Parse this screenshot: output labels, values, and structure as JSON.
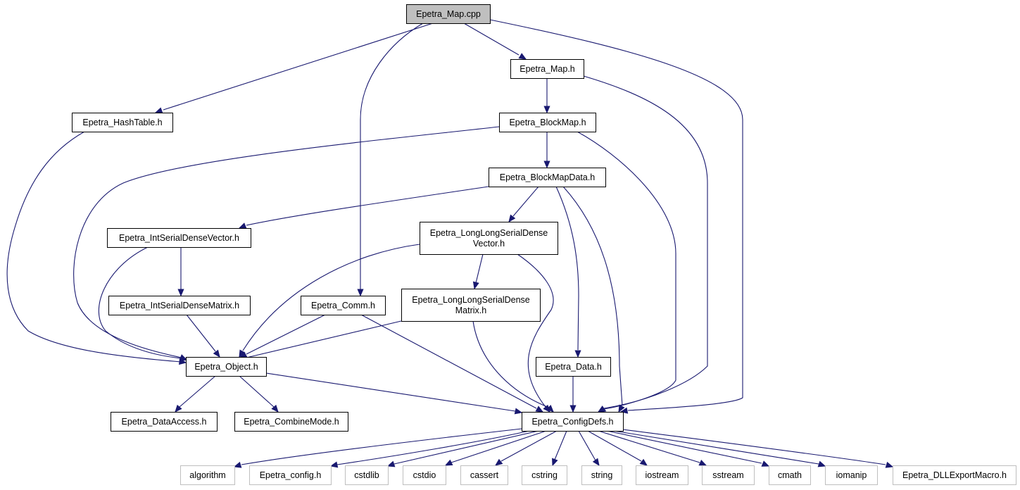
{
  "diagram": {
    "type": "include-dependency-graph",
    "colors": {
      "edge": "#191970",
      "root_fill": "#bfbfbf",
      "external_border": "#bfbfbf",
      "border": "#000000"
    },
    "nodes": [
      {
        "id": "map_cpp",
        "lines": [
          "Epetra_Map.cpp"
        ],
        "kind": "root"
      },
      {
        "id": "map_h",
        "lines": [
          "Epetra_Map.h"
        ],
        "kind": "file"
      },
      {
        "id": "hashtable_h",
        "lines": [
          "Epetra_HashTable.h"
        ],
        "kind": "file"
      },
      {
        "id": "blockmap_h",
        "lines": [
          "Epetra_BlockMap.h"
        ],
        "kind": "file"
      },
      {
        "id": "blockmapdata_h",
        "lines": [
          "Epetra_BlockMapData.h"
        ],
        "kind": "file"
      },
      {
        "id": "intsdv_h",
        "lines": [
          "Epetra_IntSerialDenseVector.h"
        ],
        "kind": "file"
      },
      {
        "id": "llsdv_h",
        "lines": [
          "Epetra_LongLongSerialDense",
          "Vector.h"
        ],
        "kind": "file"
      },
      {
        "id": "intsdm_h",
        "lines": [
          "Epetra_IntSerialDenseMatrix.h"
        ],
        "kind": "file"
      },
      {
        "id": "comm_h",
        "lines": [
          "Epetra_Comm.h"
        ],
        "kind": "file"
      },
      {
        "id": "llsdm_h",
        "lines": [
          "Epetra_LongLongSerialDense",
          "Matrix.h"
        ],
        "kind": "file"
      },
      {
        "id": "object_h",
        "lines": [
          "Epetra_Object.h"
        ],
        "kind": "file"
      },
      {
        "id": "data_h",
        "lines": [
          "Epetra_Data.h"
        ],
        "kind": "file"
      },
      {
        "id": "dataaccess_h",
        "lines": [
          "Epetra_DataAccess.h"
        ],
        "kind": "file"
      },
      {
        "id": "combinemode_h",
        "lines": [
          "Epetra_CombineMode.h"
        ],
        "kind": "file"
      },
      {
        "id": "configdefs_h",
        "lines": [
          "Epetra_ConfigDefs.h"
        ],
        "kind": "file"
      },
      {
        "id": "algorithm",
        "lines": [
          "algorithm"
        ],
        "kind": "external"
      },
      {
        "id": "epetra_config_h",
        "lines": [
          "Epetra_config.h"
        ],
        "kind": "external"
      },
      {
        "id": "cstdlib",
        "lines": [
          "cstdlib"
        ],
        "kind": "external"
      },
      {
        "id": "cstdio",
        "lines": [
          "cstdio"
        ],
        "kind": "external"
      },
      {
        "id": "cassert",
        "lines": [
          "cassert"
        ],
        "kind": "external"
      },
      {
        "id": "cstring",
        "lines": [
          "cstring"
        ],
        "kind": "external"
      },
      {
        "id": "string",
        "lines": [
          "string"
        ],
        "kind": "external"
      },
      {
        "id": "iostream",
        "lines": [
          "iostream"
        ],
        "kind": "external"
      },
      {
        "id": "sstream",
        "lines": [
          "sstream"
        ],
        "kind": "external"
      },
      {
        "id": "cmath",
        "lines": [
          "cmath"
        ],
        "kind": "external"
      },
      {
        "id": "iomanip",
        "lines": [
          "iomanip"
        ],
        "kind": "external"
      },
      {
        "id": "dllexport_h",
        "lines": [
          "Epetra_DLLExportMacro.h"
        ],
        "kind": "external"
      }
    ],
    "edges": [
      [
        "map_cpp",
        "map_h"
      ],
      [
        "map_cpp",
        "hashtable_h"
      ],
      [
        "map_cpp",
        "comm_h"
      ],
      [
        "map_cpp",
        "configdefs_h"
      ],
      [
        "map_h",
        "blockmap_h"
      ],
      [
        "map_h",
        "configdefs_h"
      ],
      [
        "hashtable_h",
        "object_h"
      ],
      [
        "blockmap_h",
        "blockmapdata_h"
      ],
      [
        "blockmap_h",
        "object_h"
      ],
      [
        "blockmap_h",
        "configdefs_h"
      ],
      [
        "blockmapdata_h",
        "intsdv_h"
      ],
      [
        "blockmapdata_h",
        "llsdv_h"
      ],
      [
        "blockmapdata_h",
        "data_h"
      ],
      [
        "blockmapdata_h",
        "configdefs_h"
      ],
      [
        "intsdv_h",
        "intsdm_h"
      ],
      [
        "intsdv_h",
        "object_h"
      ],
      [
        "llsdv_h",
        "llsdm_h"
      ],
      [
        "llsdv_h",
        "object_h"
      ],
      [
        "llsdv_h",
        "configdefs_h"
      ],
      [
        "intsdm_h",
        "object_h"
      ],
      [
        "comm_h",
        "object_h"
      ],
      [
        "comm_h",
        "configdefs_h"
      ],
      [
        "llsdm_h",
        "object_h"
      ],
      [
        "llsdm_h",
        "configdefs_h"
      ],
      [
        "object_h",
        "dataaccess_h"
      ],
      [
        "object_h",
        "combinemode_h"
      ],
      [
        "object_h",
        "configdefs_h"
      ],
      [
        "data_h",
        "configdefs_h"
      ],
      [
        "configdefs_h",
        "algorithm"
      ],
      [
        "configdefs_h",
        "epetra_config_h"
      ],
      [
        "configdefs_h",
        "cstdlib"
      ],
      [
        "configdefs_h",
        "cstdio"
      ],
      [
        "configdefs_h",
        "cassert"
      ],
      [
        "configdefs_h",
        "cstring"
      ],
      [
        "configdefs_h",
        "string"
      ],
      [
        "configdefs_h",
        "iostream"
      ],
      [
        "configdefs_h",
        "sstream"
      ],
      [
        "configdefs_h",
        "cmath"
      ],
      [
        "configdefs_h",
        "iomanip"
      ],
      [
        "configdefs_h",
        "dllexport_h"
      ]
    ]
  }
}
